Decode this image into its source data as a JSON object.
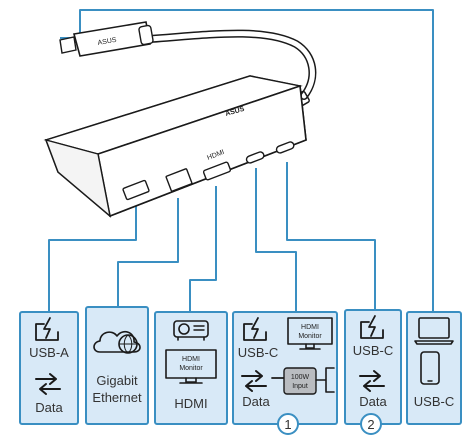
{
  "device": {
    "brand_label": "ASUS",
    "cable_label": "ASUS",
    "hdmi_port_label": "HDMI"
  },
  "panels": [
    {
      "id": "usb-a",
      "labels": [
        "USB-A",
        "Data"
      ]
    },
    {
      "id": "ethernet",
      "labels": [
        "Gigabit",
        "Ethernet"
      ]
    },
    {
      "id": "hdmi",
      "labels": [
        "HDMI"
      ],
      "monitor_label": [
        "HDMI",
        "Monitor"
      ]
    },
    {
      "id": "usb-c-1",
      "labels": [
        "USB-C",
        "Data"
      ],
      "monitor_label": [
        "HDMI",
        "Monitor"
      ],
      "power_label": [
        "100W",
        "Input"
      ],
      "badge": "1"
    },
    {
      "id": "usb-c-2",
      "labels": [
        "USB-C",
        "Data"
      ],
      "badge": "2"
    },
    {
      "id": "usb-c-host",
      "labels": [
        "USB-C"
      ]
    }
  ],
  "colors": {
    "connector_line": "#3a8fc2",
    "panel_fill": "#d8e9f7",
    "panel_border": "#3a8fc2",
    "device_body": "#ffffff",
    "ink": "#1a1a1a",
    "text": "#333333"
  },
  "icons": [
    "lightning-power-icon",
    "swap-arrows-icon",
    "cloud-globe-icon",
    "projector-icon",
    "monitor-icon",
    "laptop-icon",
    "phone-icon",
    "power-adapter-icon"
  ]
}
